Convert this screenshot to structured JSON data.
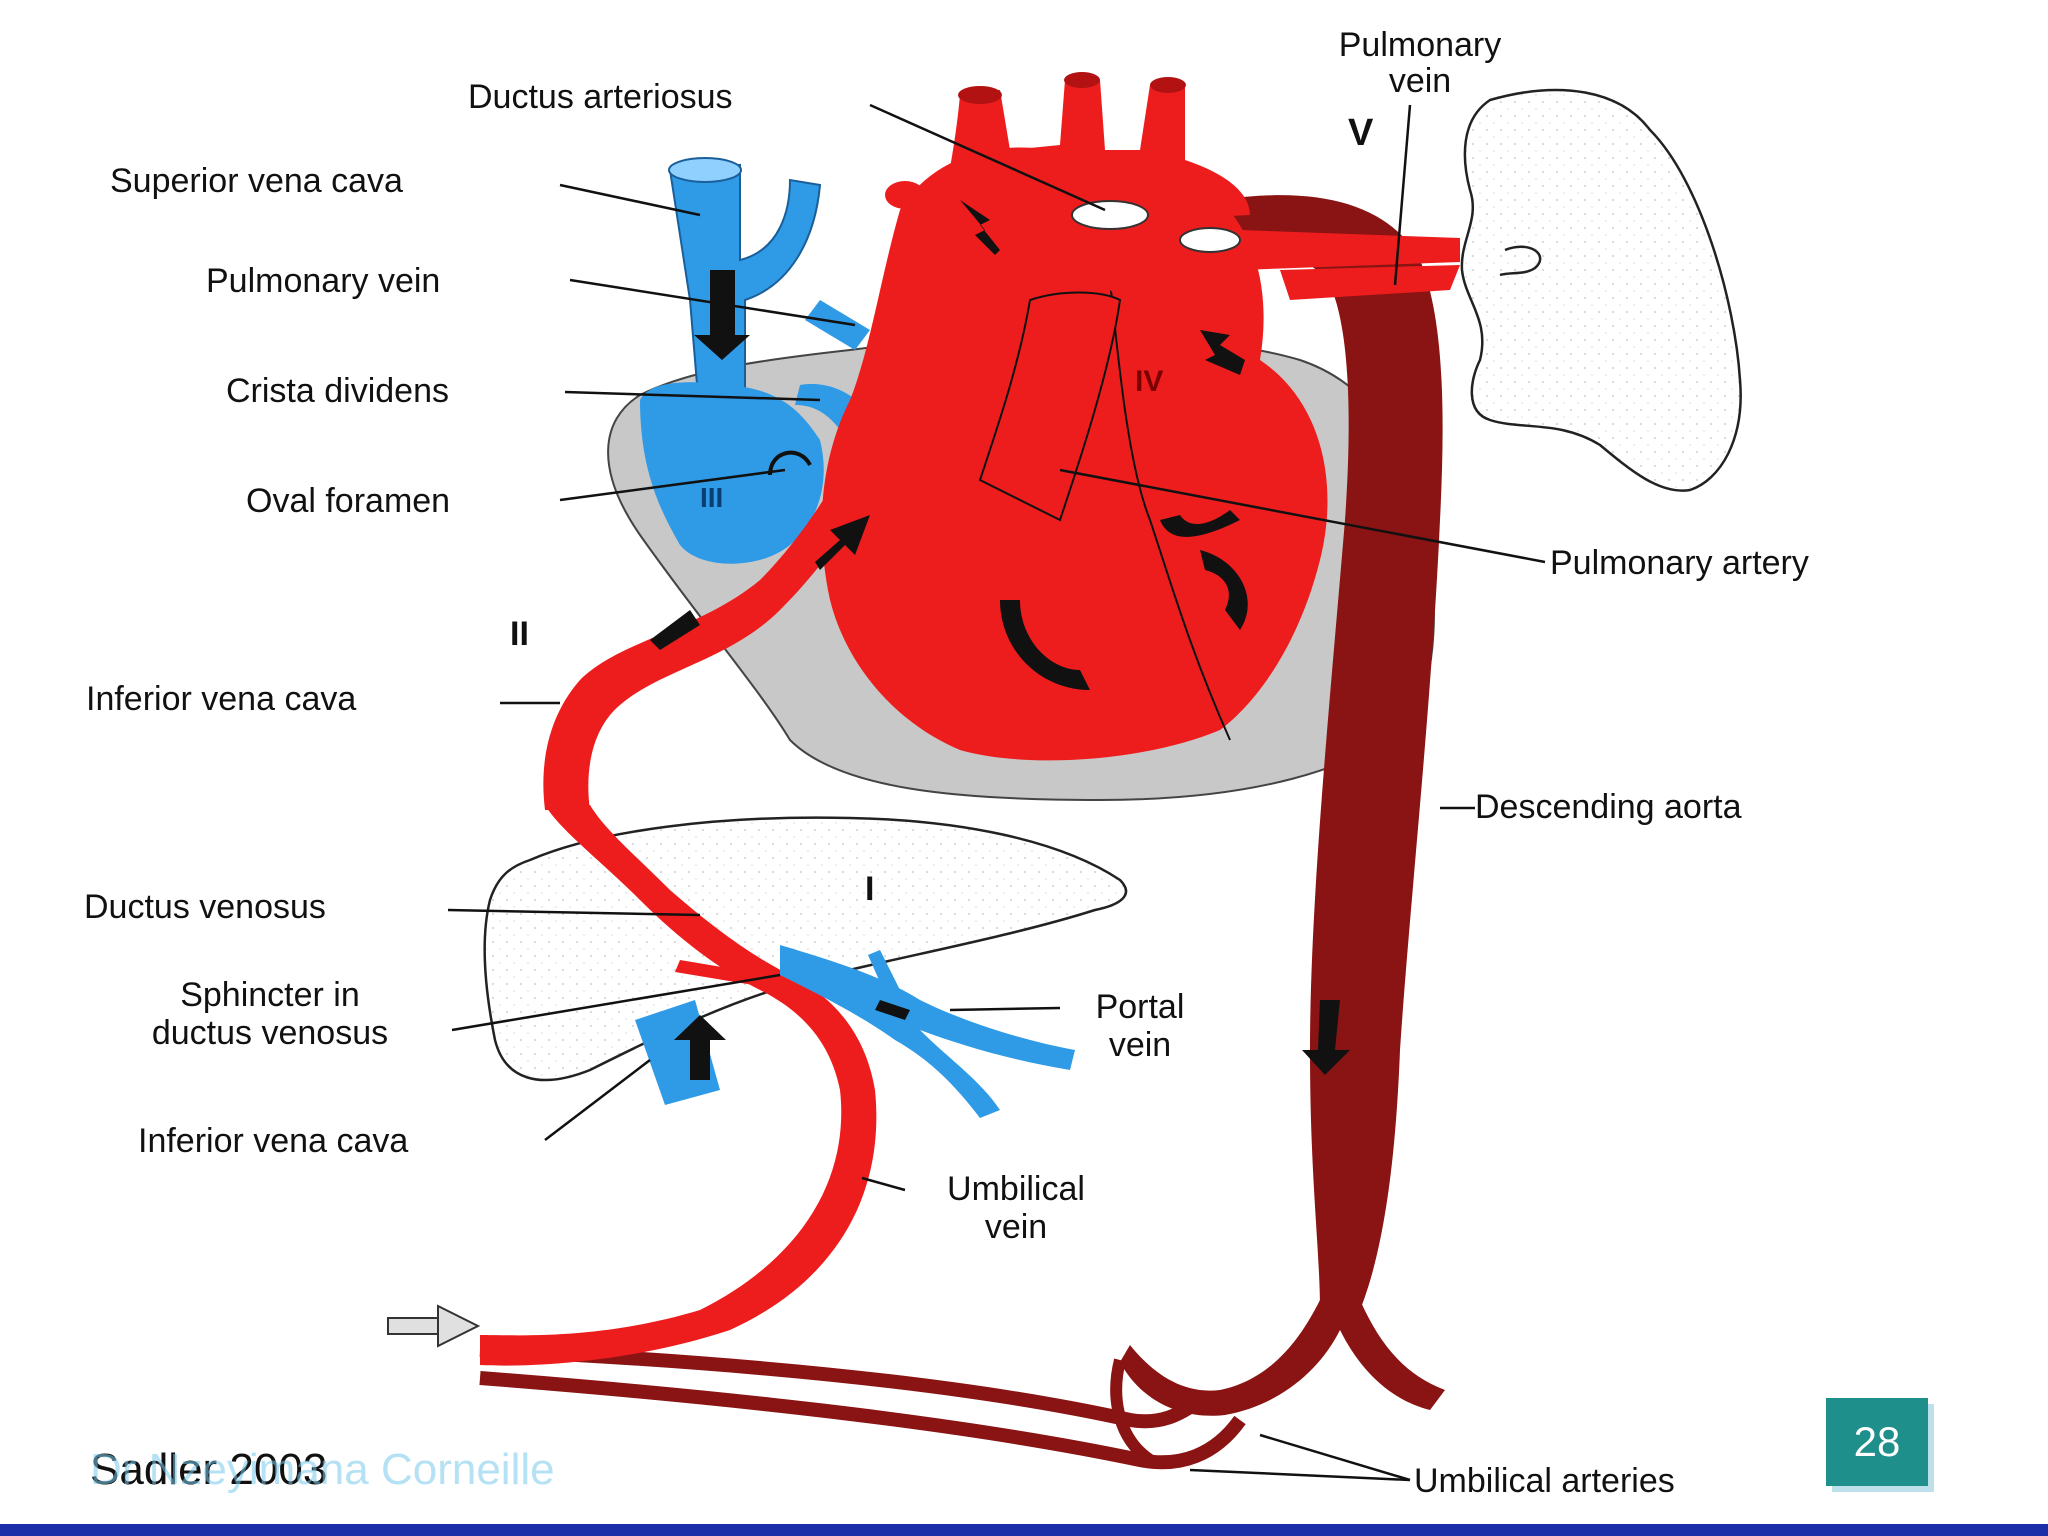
{
  "labels": {
    "ductus_arteriosus": "Ductus arteriosus",
    "superior_vena_cava": "Superior vena cava",
    "pulmonary_vein_left": "Pulmonary vein",
    "crista_dividens": "Crista dividens",
    "oval_foramen": "Oval foramen",
    "inferior_vena_cava_upper": "Inferior vena cava",
    "ductus_venosus": "Ductus venosus",
    "sphincter_line1": "Sphincter in",
    "sphincter_line2": "ductus venosus",
    "inferior_vena_cava_lower": "Inferior vena cava",
    "pulmonary_vein_top_line1": "Pulmonary",
    "pulmonary_vein_top_line2": "vein",
    "pulmonary_artery": "Pulmonary artery",
    "descending_aorta": "Descending aorta",
    "portal_vein_line1": "Portal",
    "portal_vein_line2": "vein",
    "umbilical_vein_line1": "Umbilical",
    "umbilical_vein_line2": "vein",
    "umbilical_arteries": "Umbilical arteries"
  },
  "region_markers": {
    "I": "I",
    "II": "II",
    "III": "III",
    "IV": "IV",
    "V": "V"
  },
  "footer": {
    "credit": "Sadler 2003",
    "author": "Dr Nzeyimana Corneille",
    "page_number": "28"
  },
  "colors": {
    "oxygenated": "#ee1d1d",
    "deoxygenated": "#2f9ae6",
    "aorta": "#8a1414",
    "pericardium": "#c8c8c8",
    "accent": "#1e8f8a",
    "bottom_bar": "#1c2fa8"
  }
}
